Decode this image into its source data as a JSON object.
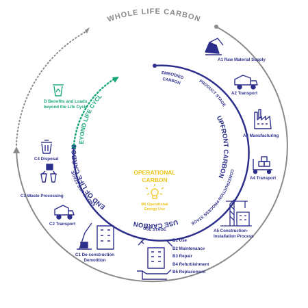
{
  "title": "WHOLE LIFE CARBON",
  "colors": {
    "navy": "#2d2f8c",
    "gray": "#8a8a8a",
    "green": "#1aa97a",
    "yellow": "#f0c419"
  },
  "arcs": {
    "upfront": "UPFRONT CARBON",
    "use": "USE CARBON",
    "end_of_life": "END OF LIFE CARBON",
    "beyond": "BEYOND LIFE CYCLE"
  },
  "stages": {
    "embodied": [
      "EMBODIED",
      "CARBON"
    ],
    "product": "PRODUCT STAGE",
    "construction": "CONSTRUCTION PROCESS STAGE",
    "use": "USE STAGE",
    "end_of_life": "END OF LIFE STAGE"
  },
  "operational": {
    "title": [
      "OPERATIONAL",
      "CARBON"
    ],
    "icon": "lightbulb-icon",
    "label": [
      "B6 Operational",
      "Energy Use"
    ]
  },
  "items": {
    "a1": {
      "label": "A1 Raw Material Supply",
      "icon": "excavator-icon"
    },
    "a2": {
      "label": "A2 Transport",
      "icon": "dump-truck-icon"
    },
    "a3": {
      "label": "A3 Manufacturing",
      "icon": "factory-icon"
    },
    "a4": {
      "label": "A4 Transport",
      "icon": "forklift-icon"
    },
    "a5": {
      "label": [
        "A5 Construction-",
        "Installation Process"
      ],
      "icon": "crane-icon"
    },
    "b": {
      "labels": [
        "B1 Use",
        "B2 Maintenance",
        "B3 Repair",
        "B4 Refurbishment",
        "B5 Replacement"
      ],
      "icon": "building-hand-icon"
    },
    "c1": {
      "label": [
        "C1 De-construction",
        "Demolition"
      ],
      "icon": "demolition-icon"
    },
    "c2": {
      "label": "C2 Transport",
      "icon": "dump-truck-icon"
    },
    "c3": {
      "label": "C3 Waste Processing",
      "icon": "waste-processing-icon"
    },
    "c4": {
      "label": "C4 Disposal",
      "icon": "bin-icon"
    },
    "d": {
      "label": [
        "D Benefits and Loads",
        "beyond the Life Cycle"
      ],
      "icon": "recycle-bin-icon"
    }
  }
}
